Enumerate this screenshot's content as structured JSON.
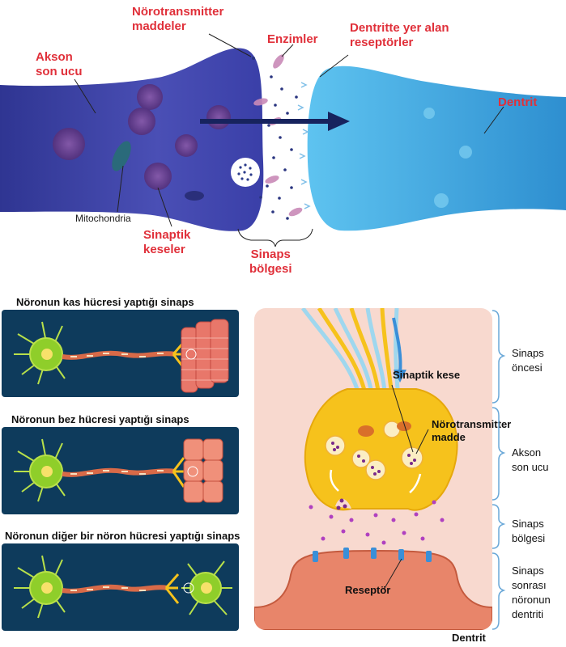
{
  "top": {
    "neurotransmitters": [
      "Nörotransmitter",
      "maddeler"
    ],
    "enzymes": "Enzimler",
    "receptors": [
      "Dentritte yer alan",
      "reseptörler"
    ],
    "axon_terminal": [
      "Akson",
      "son ucu"
    ],
    "dendrite": "Dentrit",
    "mitochondria": "Mitochondria",
    "vesicles": [
      "Sinaptik",
      "keseler"
    ],
    "synapse_region": [
      "Sinaps",
      "bölgesi"
    ]
  },
  "panels": [
    {
      "title": "Nöronun kas hücresi yaptığı sinaps"
    },
    {
      "title": "Nöronun bez hücresi yaptığı sinaps"
    },
    {
      "title": "Nöronun diğer bir nöron hücresi yaptığı sinaps"
    }
  ],
  "detail": {
    "vesicle": "Sinaptik kese",
    "neurotransmitter": [
      "Nörotransmitter",
      "madde"
    ],
    "receptor": "Reseptör",
    "dendrite": "Dentrit"
  },
  "brackets": [
    {
      "lines": [
        "Sinaps",
        "öncesi"
      ]
    },
    {
      "lines": [
        "Akson",
        "son ucu"
      ]
    },
    {
      "lines": [
        "Sinaps",
        "bölgesi"
      ]
    },
    {
      "lines": [
        "Sinaps",
        "sonrası",
        "nöronun",
        "dentriti"
      ]
    }
  ],
  "colors": {
    "axon": "#3b43a8",
    "dendrite": "#4fb3e6",
    "label_red": "#e0303a",
    "panel_bg": "#0e3b5c",
    "neuron_green": "#8fce2a",
    "detail_bg": "#f8d9cf",
    "terminal_yellow": "#f6c21c",
    "postsynaptic": "#e8856a",
    "bracket": "#6aa8d8"
  }
}
